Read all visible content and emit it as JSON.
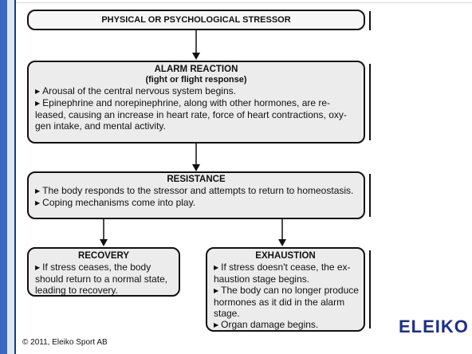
{
  "stressor": {
    "title": "PHYSICAL OR PSYCHOLOGICAL STRESSOR"
  },
  "alarm": {
    "title": "ALARM REACTION",
    "subtitle": "(fight or flight response)",
    "bullets": [
      "Arousal of the central nervous system begins.",
      "Epinephrine and norepinephrine, along with other hormones, are re- leased, causing an increase in heart rate, force of heart contractions, oxy- gen intake, and mental activity."
    ]
  },
  "resistance": {
    "title": "RESISTANCE",
    "bullets": [
      "The body responds to the stressor and attempts to return to homeostasis.",
      "Coping mechanisms come into play."
    ]
  },
  "recovery": {
    "title": "RECOVERY",
    "bullets": [
      "If stress ceases, the body should return to a normal state, leading to recovery."
    ]
  },
  "exhaustion": {
    "title": "EXHAUSTION",
    "bullets": [
      "If stress doesn't cease, the ex- haustion stage begins.",
      "The body can no longer produce hormones as it did in the alarm stage.",
      "Organ damage begins."
    ]
  },
  "footer": {
    "copyright": "© 2011, Eleiko Sport AB",
    "brand": "ELEIKO"
  },
  "colors": {
    "rail_blue": "#3a66c4",
    "brand_blue": "#1c2f8a",
    "box_fill": "#ececec"
  }
}
